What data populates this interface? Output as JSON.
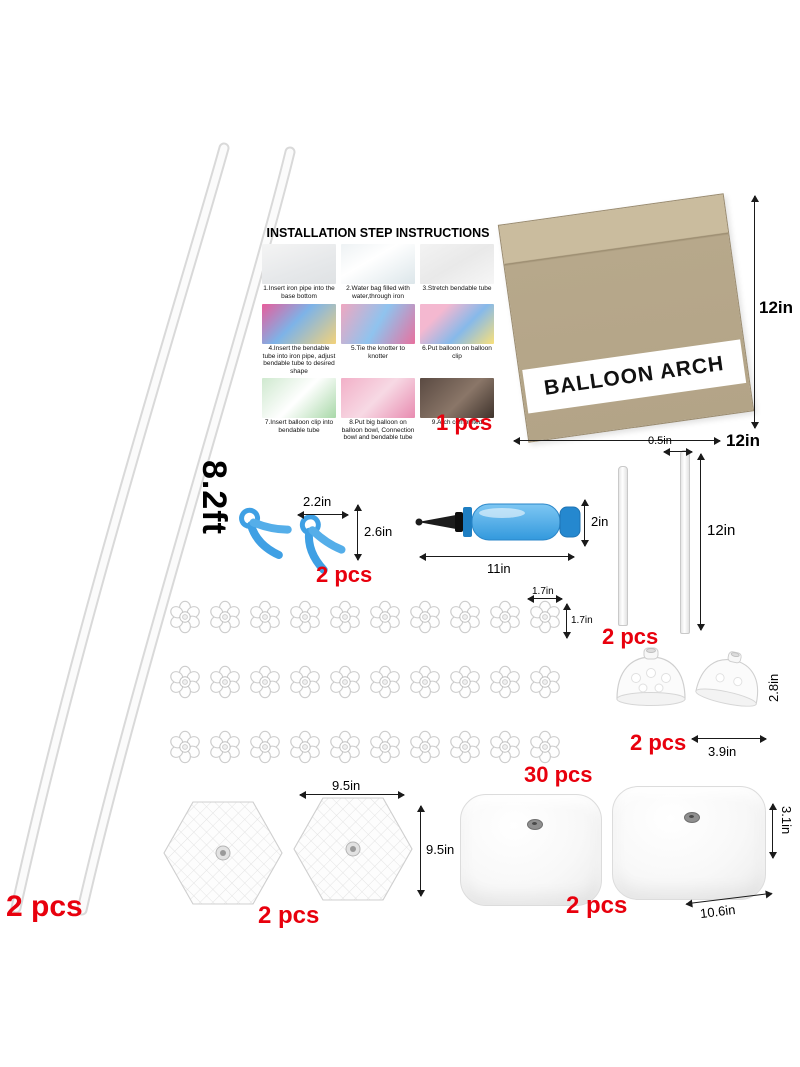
{
  "meta": {
    "background": "#ffffff",
    "accent_red": "#e8000d",
    "box_color": "#b7a88b",
    "blue": "#3fa0e4"
  },
  "tubes": {
    "length": "8.2ft",
    "qty": "2 pcs"
  },
  "instructions": {
    "title": "INSTALLATION STEP INSTRUCTIONS",
    "steps": [
      "1.Insert iron pipe into the base bottom",
      "2.Water bag filled with water,through iron",
      "3.Stretch bendable tube",
      "4.Insert the bendable tube into iron pipe, adjust bendable tube to desired shape",
      "5.Tie the knotter to knotter",
      "6.Put balloon on balloon clip",
      "7.Insert balloon clip into bendable tube",
      "8.Put big balloon on balloon bowl, Connection bowl and bendable tube",
      "9.Arch completed"
    ]
  },
  "box": {
    "label": "BALLOON ARCH",
    "qty": "1 pcs",
    "height": "12in",
    "width": "12in"
  },
  "clips": {
    "width": "2.2in",
    "height": "2.6in",
    "qty": "2 pcs"
  },
  "pump": {
    "length": "11in",
    "height": "2in"
  },
  "pipes": {
    "diameter": "0.5in",
    "length": "12in",
    "qty": "2 pcs"
  },
  "flowers": {
    "count": 30,
    "per_row": 10,
    "width": "1.7in",
    "height": "1.7in",
    "qty": "30 pcs"
  },
  "bowls": {
    "height": "2.8in",
    "width": "3.9in",
    "qty": "2 pcs"
  },
  "hex_bases": {
    "width": "9.5in",
    "height": "9.5in",
    "qty": "2 pcs"
  },
  "water_bags": {
    "height": "3.1in",
    "width": "10.6in",
    "qty": "2 pcs"
  }
}
